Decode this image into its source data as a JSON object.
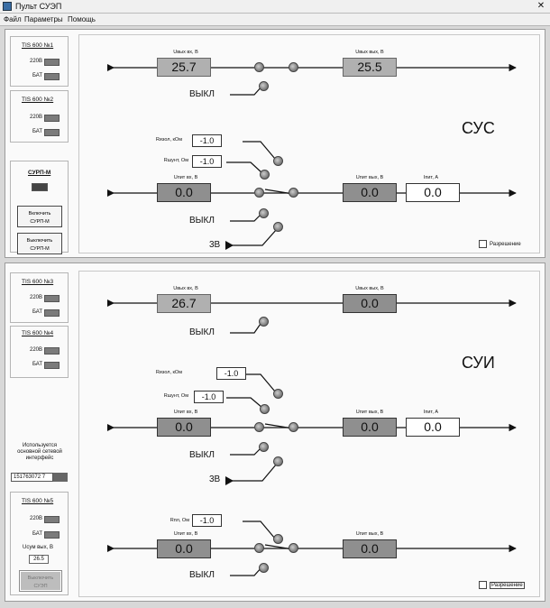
{
  "window": {
    "title": "Пульт СУЭП",
    "close_glyph": "✕"
  },
  "menu": {
    "items": [
      "Файл",
      "Параметры",
      "Помощь"
    ]
  },
  "sidebar": {
    "indicator_labels": {
      "v220": "220В",
      "bat": "БАТ"
    },
    "devices": [
      "TIS 600 №1",
      "TIS 600 №2",
      "TIS 600 №3",
      "TIS 600 №4",
      "TIS 600 №5"
    ],
    "surp": {
      "title": "СУРП-М",
      "on_button": "Включить\nСУРП-М",
      "off_button": "Выключить\nСУРП-М"
    },
    "network": {
      "info": "Используется\nосновной сетевой\nинтерфейс",
      "counter": "151763072 7",
      "badge": ""
    },
    "tis5_output": {
      "label": "Uсум вых, В",
      "value": "26.5"
    },
    "shutdown_button": "Выключить\nСУЭП"
  },
  "common": {
    "off": "ВЫКЛ",
    "v3": "3В",
    "permission": "Разрешение"
  },
  "captions": {
    "uvx": "Uвых вх, В",
    "uvyx": "Uвых вых, В",
    "upit_in": "Uпит вх, В",
    "upit_out": "Uпит вых, В",
    "iout": "Iпит, А",
    "r_iso": "Rизол, кОм",
    "r_load": "Rшунт, Ом",
    "r_pl": "Rпл, Ом"
  },
  "sus": {
    "label": "СУС",
    "u_in": "25.7",
    "u_out": "25.5",
    "r_iso": "-1.0",
    "r_load": "-1.0",
    "upit_in": "0.0",
    "upit_out": "0.0",
    "i_out": "0.0"
  },
  "sui": {
    "label": "СУИ",
    "u_in": "26.7",
    "u_out": "0.0",
    "r_iso": "-1.0",
    "r_load": "-1.0",
    "upit_in": "0.0",
    "upit_out": "0.0",
    "i_out": "0.0",
    "r_pl": "-1.0",
    "u3_in": "0.0",
    "u3_out": "0.0"
  }
}
